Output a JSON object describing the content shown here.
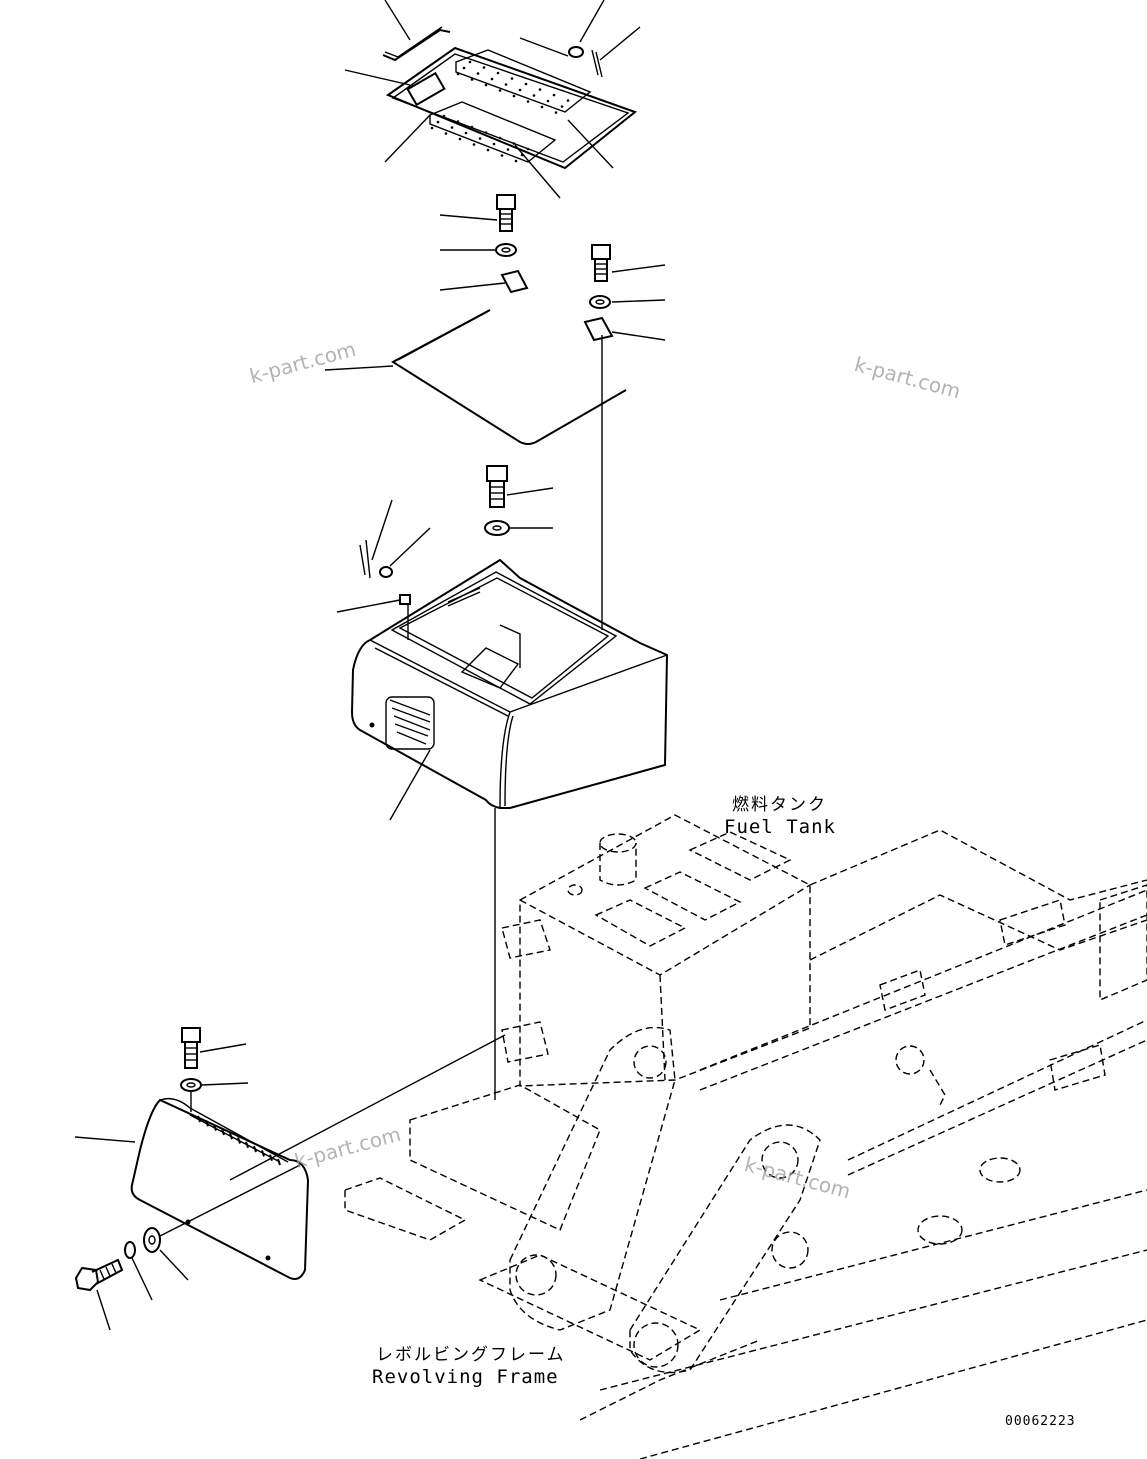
{
  "labels": {
    "fuel_tank_jp": "燃料タンク",
    "fuel_tank_en": "Fuel Tank",
    "revolving_frame_jp": "レボルビングフレーム",
    "revolving_frame_en": "Revolving Frame",
    "drawing_number": "00062223"
  },
  "watermarks": [
    "k-part.com",
    "k-part.com",
    "k-part.com",
    "k-part.com"
  ]
}
